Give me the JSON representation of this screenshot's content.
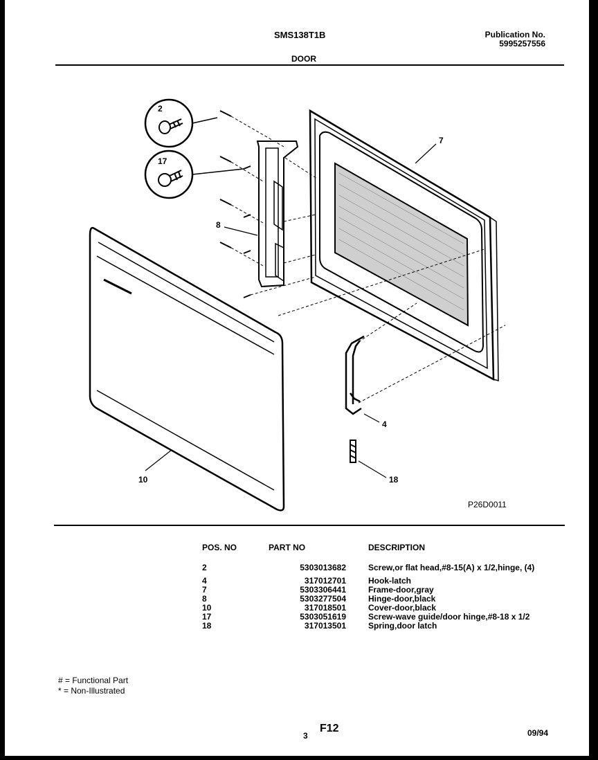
{
  "header": {
    "model": "SMS138T1B",
    "section_title": "DOOR",
    "publication_label": "Publication No.",
    "publication_number": "5995257556"
  },
  "diagram": {
    "code": "P26D0011",
    "callouts": [
      "2",
      "17",
      "7",
      "8",
      "10",
      "4",
      "18"
    ]
  },
  "parts_table": {
    "headers": {
      "pos": "POS. NO",
      "part": "PART NO",
      "description": "DESCRIPTION"
    },
    "rows": [
      {
        "pos": "2",
        "part": "5303013682",
        "description": "Screw,or flat head,#8-15(A) x 1/2,hinge, (4)"
      },
      {
        "pos": "4",
        "part": "317012701",
        "description": "Hook-latch"
      },
      {
        "pos": "7",
        "part": "5303306441",
        "description": "Frame-door,gray"
      },
      {
        "pos": "8",
        "part": "5303277504",
        "description": "Hinge-door,black"
      },
      {
        "pos": "10",
        "part": "317018501",
        "description": "Cover-door,black"
      },
      {
        "pos": "17",
        "part": "5303051619",
        "description": "Screw-wave guide/door hinge,#8-18 x 1/2"
      },
      {
        "pos": "18",
        "part": "317013501",
        "description": "Spring,door latch"
      }
    ]
  },
  "legend": {
    "functional": "# = Functional Part",
    "non_illustrated": "* = Non-Illustrated"
  },
  "footer": {
    "page": "3",
    "figure_code": "F12",
    "date": "09/94"
  }
}
